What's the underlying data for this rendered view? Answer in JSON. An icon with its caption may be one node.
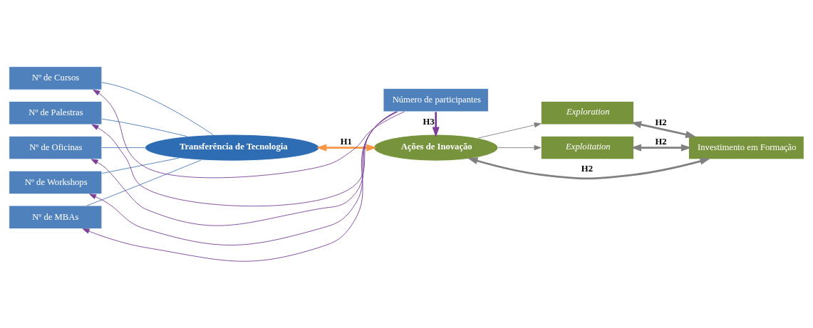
{
  "diagram": {
    "nodes": [
      {
        "text": [
          "Nº de Cursos"
        ]
      },
      {
        "text": [
          "Nº de Palestras"
        ]
      },
      {
        "text": [
          "Nº de Oficinas"
        ]
      },
      {
        "text": [
          "Nº de Workshops"
        ]
      },
      {
        "text": [
          "Nº de MBAs"
        ]
      },
      {
        "text": [
          "Transferência de Tecnologia"
        ]
      },
      {
        "text": [
          "Ações de Inovação"
        ]
      },
      {
        "text": [
          "Exploration"
        ]
      },
      {
        "text": [
          "Exploitation"
        ]
      },
      {
        "text": [
          "Investimento em Formação"
        ]
      },
      {
        "text": [
          "Número de participantes"
        ]
      }
    ],
    "edges": [
      {
        "from": 0,
        "to": 5,
        "arrow": "none",
        "color": "#4a7ab8"
      },
      {
        "from": 1,
        "to": 5,
        "arrow": "none",
        "color": "#4a7ab8"
      },
      {
        "from": 2,
        "to": 5,
        "arrow": "none",
        "color": "#4a7ab8"
      },
      {
        "from": 3,
        "to": 5,
        "arrow": "none",
        "color": "#4a7ab8"
      },
      {
        "from": 4,
        "to": 5,
        "arrow": "none",
        "color": "#4a7ab8"
      },
      {
        "from": 5,
        "to": 6,
        "arrow": "both",
        "label": "H1",
        "style": "thick",
        "color": "#f79646"
      },
      {
        "from": 6,
        "to": 7,
        "arrow": "to",
        "color": "#808080"
      },
      {
        "from": 6,
        "to": 8,
        "arrow": "to",
        "color": "#808080"
      },
      {
        "from": 6,
        "to": 9,
        "arrow": "both",
        "label": "H2",
        "style": "thick",
        "color": "#808080"
      },
      {
        "from": 7,
        "to": 9,
        "arrow": "both",
        "label": "H2",
        "style": "thick",
        "color": "#808080"
      },
      {
        "from": 8,
        "to": 9,
        "arrow": "both",
        "label": "H2",
        "style": "thick",
        "color": "#808080"
      },
      {
        "from": 10,
        "to": 6,
        "arrow": "to",
        "label": "H3",
        "style": "thick",
        "color": "#7b3f98"
      },
      {
        "from": 10,
        "to": 0,
        "arrow": "to",
        "color": "#7b3f98"
      },
      {
        "from": 10,
        "to": 1,
        "arrow": "to",
        "color": "#7b3f98"
      },
      {
        "from": 10,
        "to": 2,
        "arrow": "to",
        "color": "#7b3f98"
      },
      {
        "from": 10,
        "to": 3,
        "arrow": "to",
        "color": "#7b3f98"
      },
      {
        "from": 10,
        "to": 4,
        "arrow": "to",
        "color": "#7b3f98"
      }
    ]
  }
}
